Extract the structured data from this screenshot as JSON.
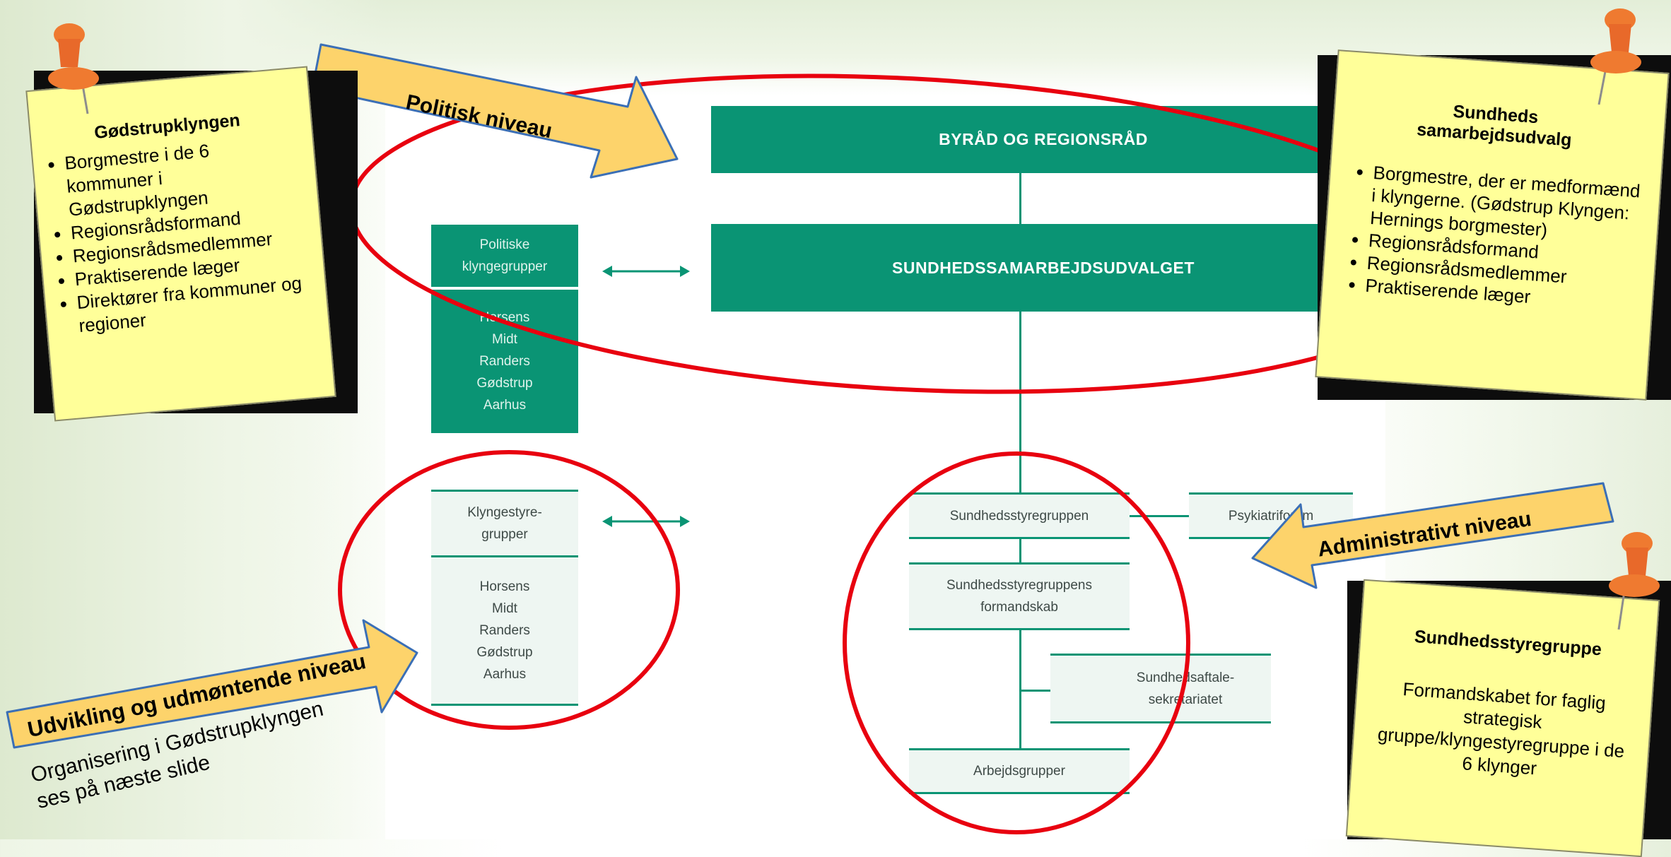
{
  "org_chart": {
    "top_box": "BYRÅD OG REGIONSRÅD",
    "main_box": "SUNDHEDSSAMARBEJDSUDVALGET",
    "political_groups_title": "Politiske klyngegrupper",
    "political_groups_members": [
      "Horsens",
      "Midt",
      "Randers",
      "Gødstrup",
      "Aarhus"
    ],
    "steering_groups_title": "Klyngestyre-grupper",
    "steering_groups_members": [
      "Horsens",
      "Midt",
      "Randers",
      "Gødstrup",
      "Aarhus"
    ],
    "health_steering_group": "Sundhedsstyregruppen",
    "psychiatry_forum": "Psykiatriforum",
    "steering_group_chair_line1": "Sundhedsstyregruppens",
    "steering_group_chair_line2": "formandskab",
    "secretariat_line1": "Sundhedsaftale-",
    "secretariat_line2": "sekretariatet",
    "working_groups": "Arbejdsgrupper"
  },
  "callouts": {
    "political_level": "Politisk niveau",
    "administrative_level": "Administrativt niveau",
    "development_level": "Udvikling og udmøntende niveau"
  },
  "notes": {
    "godstrup": {
      "title": "Gødstrupklyngen",
      "items": [
        "Borgmestre i de 6 kommuner i Gødstrupklyngen",
        "Regionsrådsformand",
        "Regionsrådsmedlemmer",
        "Praktiserende læger",
        "Direktører fra kommuner og regioner"
      ]
    },
    "committee": {
      "title_line1": "Sundheds",
      "title_line2": "samarbejdsudvalg",
      "items": [
        "Borgmestre, der er medformænd i klyngerne. (Gødstrup Klyngen: Hernings borgmester)",
        "Regionsrådsformand",
        "Regionsrådsmedlemmer",
        "Praktiserende læger"
      ]
    },
    "steering": {
      "title": "Sundhedsstyregruppe",
      "body": "Formandskabet for faglig strategisk gruppe/klyngestyregruppe i de 6 klynger"
    }
  },
  "footer_text": {
    "line1": "Organisering i Gødstrupklyngen",
    "line2": "ses på næste slide"
  },
  "colors": {
    "teal": "#0a9474",
    "light_box": "#eef6f2",
    "note_yellow": "#ffff99",
    "arrow_fill": "#fdd36b",
    "ellipse_red": "#e8000f",
    "pin_orange": "#ef7a30"
  }
}
